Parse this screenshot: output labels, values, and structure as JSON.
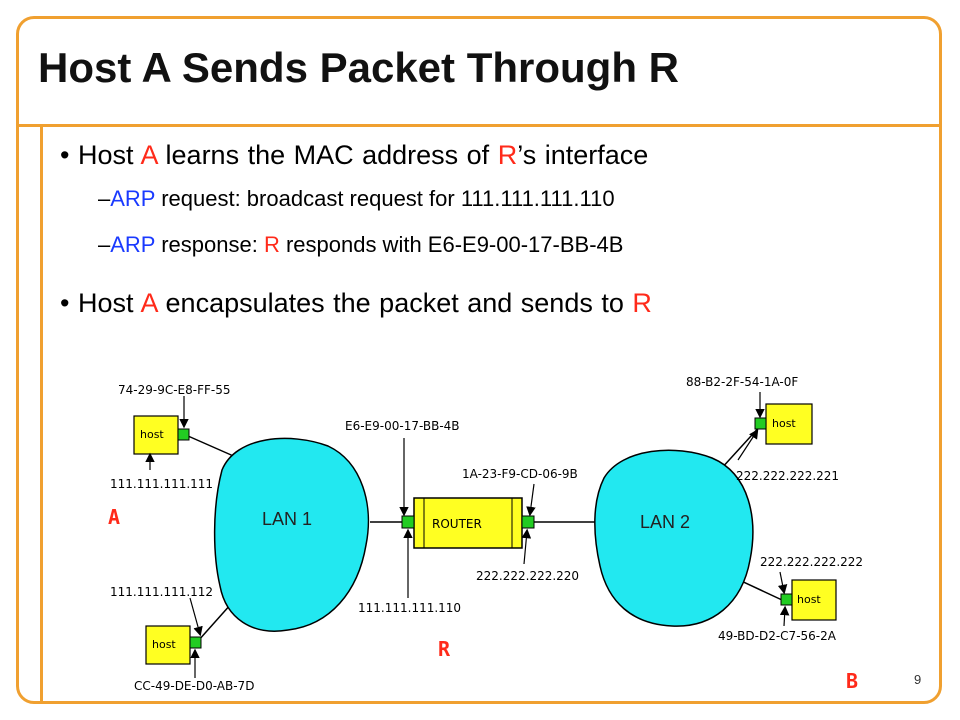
{
  "slide": {
    "title": "Host A Sends Packet Through R",
    "page_number": "9",
    "bullets": [
      {
        "parts": [
          "Host ",
          "A",
          " learns the MAC address of ",
          "R",
          "’s interface"
        ]
      },
      {
        "parts": [
          "Host ",
          "A",
          " encapsulates the packet and sends to ",
          "R"
        ]
      }
    ],
    "subbullets": [
      {
        "dash": "–",
        "parts": [
          "ARP",
          " request: broadcast request for 111.111.111.110"
        ]
      },
      {
        "dash": "–",
        "parts": [
          "ARP",
          " response: ",
          "R",
          " responds with E6-E9-00-17-BB-4B"
        ]
      }
    ]
  },
  "diagram": {
    "lan1_label": "LAN 1",
    "lan2_label": "LAN 2",
    "router_label": "ROUTER",
    "host_label": "host",
    "letters": {
      "a": "A",
      "r": "R",
      "b": "B"
    },
    "addresses": {
      "hostA_mac": "74-29-9C-E8-FF-55",
      "hostA_ip": "111.111.111.111",
      "host2_ip": "111.111.111.112",
      "host2_mac": "CC-49-DE-D0-AB-7D",
      "router_left_mac": "E6-E9-00-17-BB-4B",
      "router_left_ip": "111.111.111.110",
      "router_right_mac": "1A-23-F9-CD-06-9B",
      "router_right_ip": "222.222.222.220",
      "hostC_mac": "88-B2-2F-54-1A-0F",
      "hostC_ip": "222.222.222.221",
      "hostB_ip": "222.222.222.222",
      "hostB_mac": "49-BD-D2-C7-56-2A"
    },
    "colors": {
      "lan": "#22e8f0",
      "host": "#ffff22",
      "port": "#22cc22",
      "frame": "#f0a030",
      "accent_red": "#ff2a1a",
      "accent_blue": "#1a3aff"
    }
  }
}
